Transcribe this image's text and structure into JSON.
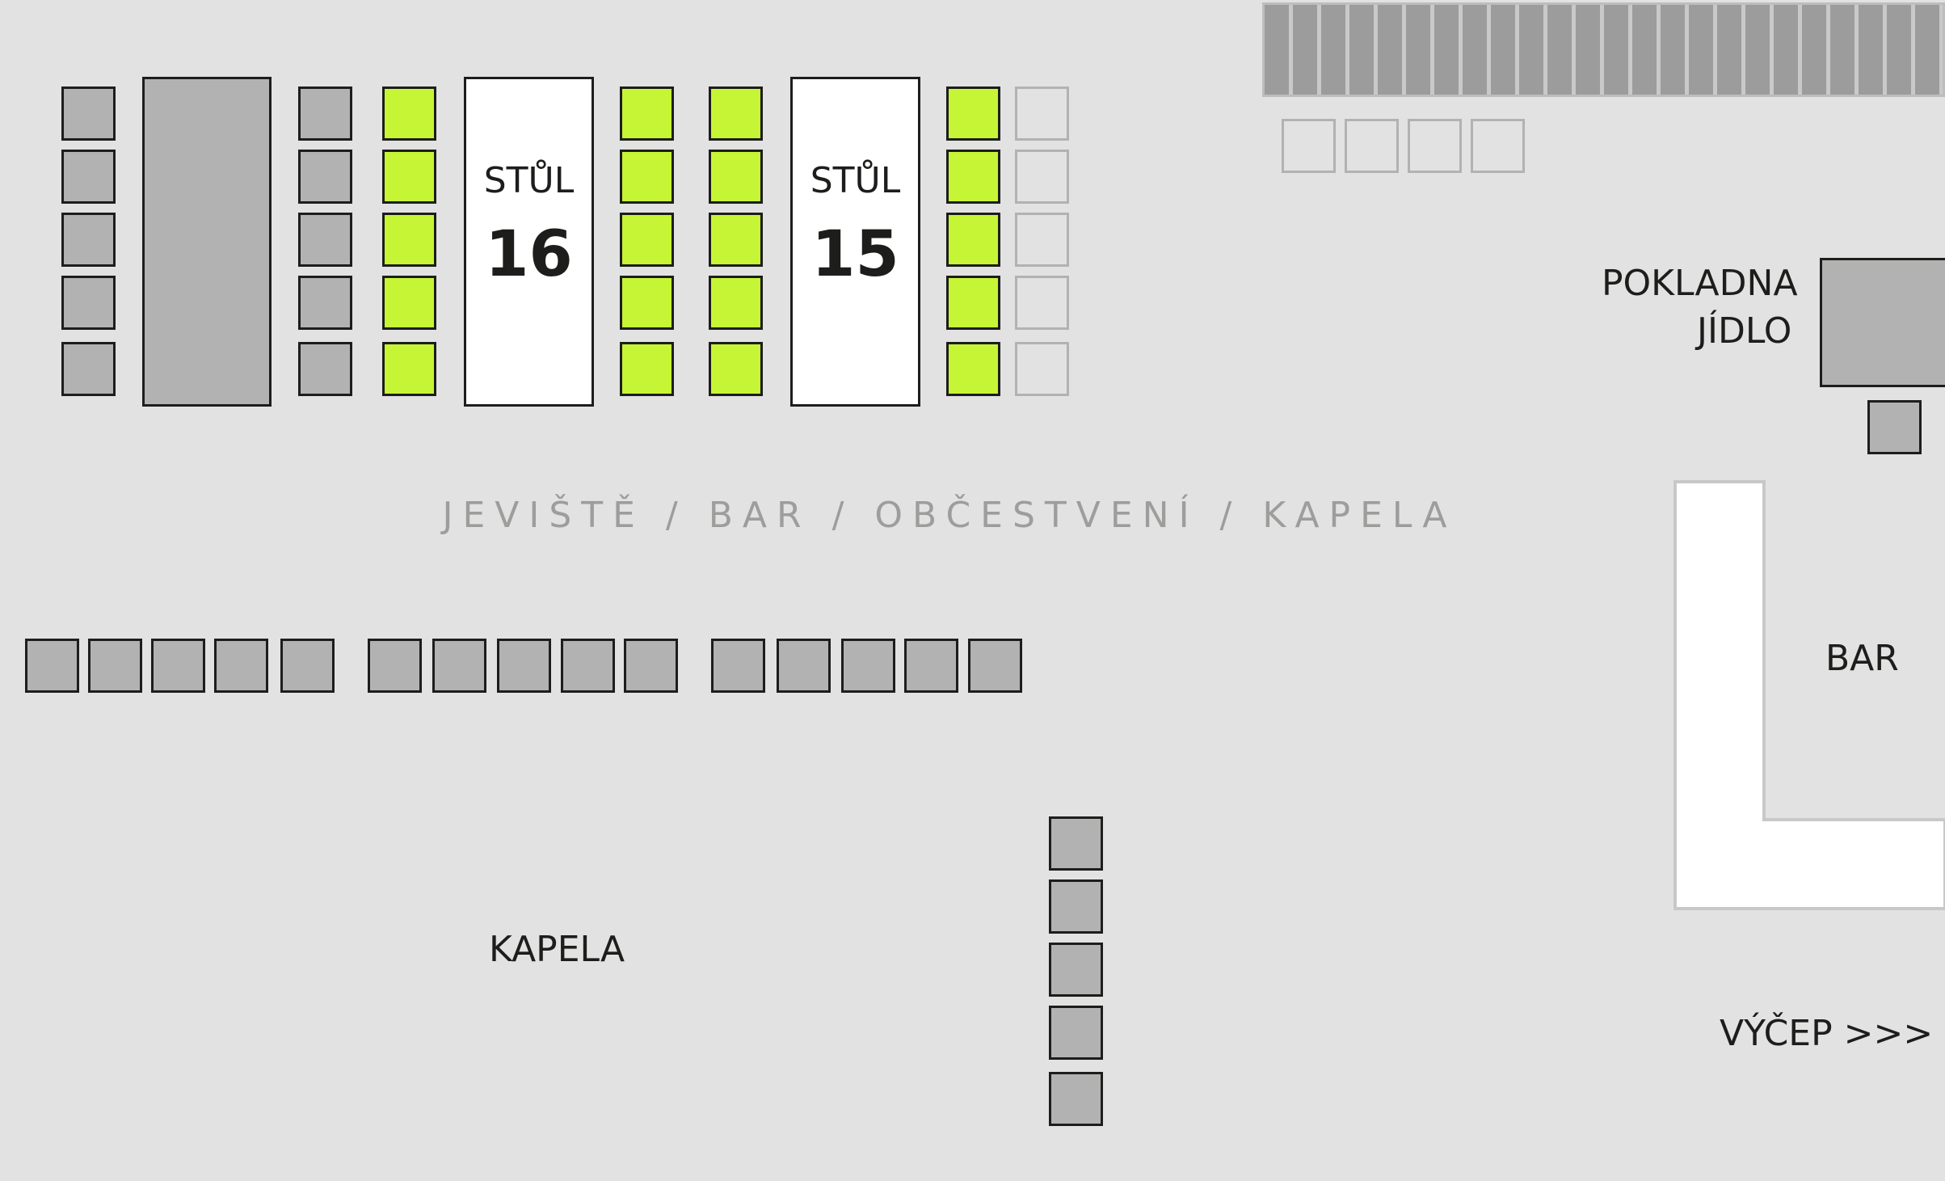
{
  "tables": {
    "table16": {
      "caption": "STŮL",
      "number": "16"
    },
    "table15": {
      "caption": "STŮL",
      "number": "15"
    }
  },
  "labels": {
    "stage": "JEVIŠTĚ / BAR / OBČESTVENÍ / KAPELA",
    "cashier_line1": "POKLADNA",
    "cashier_line2": "JÍDLO",
    "bar": "BAR",
    "band": "KAPELA",
    "tap": "VÝČEP >>>"
  },
  "colors": {
    "background": "#e2e2e2",
    "seat_taken": "#b2b2b2",
    "seat_free": "#c6f536",
    "outline": "#1d1d1b",
    "muted_text": "#9d9d9c"
  }
}
